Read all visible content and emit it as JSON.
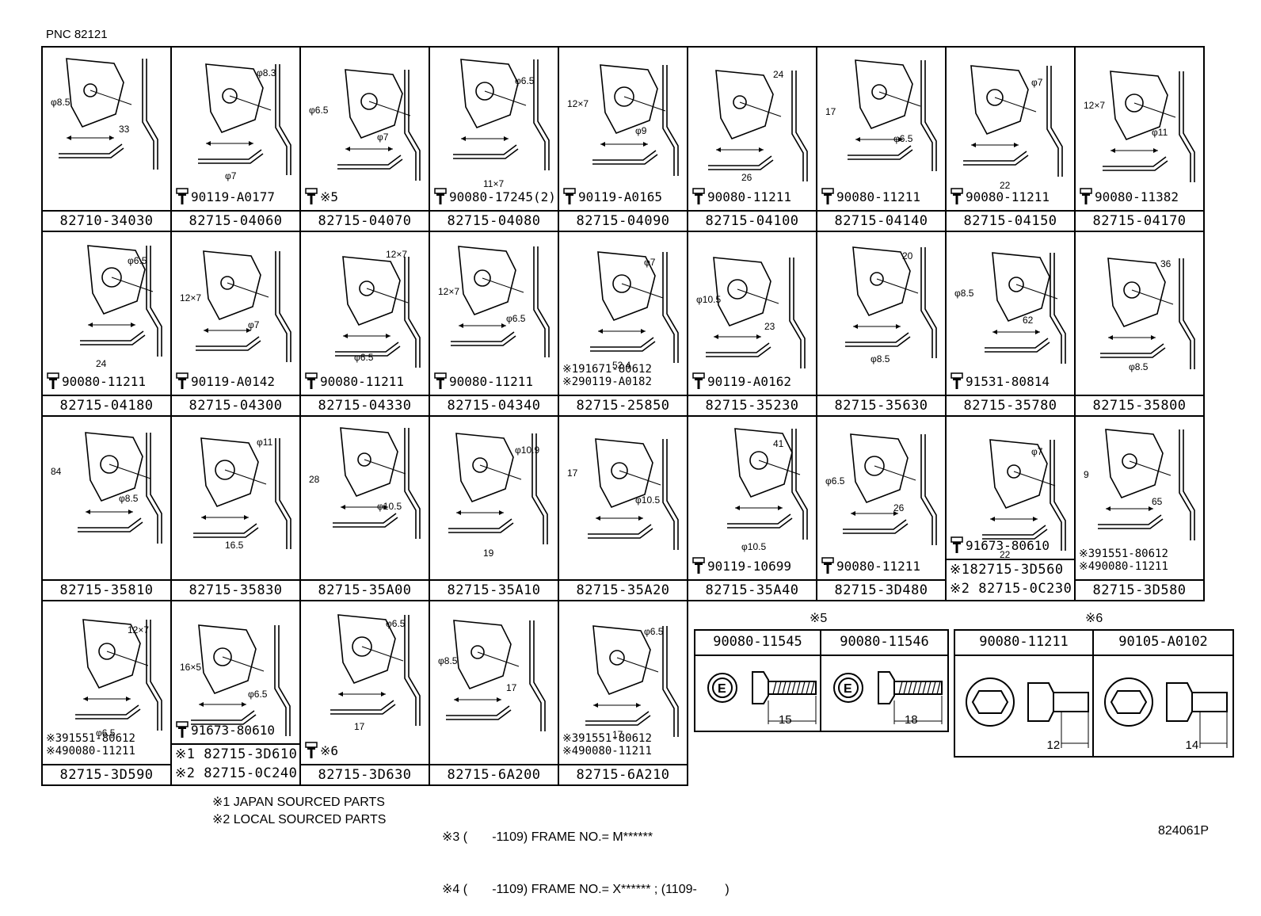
{
  "header": {
    "pnc": "PNC 82121"
  },
  "rows": [
    [
      {
        "part": "82710-34030",
        "fastener": "",
        "dims": [
          "φ8.5",
          "33"
        ]
      },
      {
        "part": "82715-04060",
        "fastener": "90119-A0177",
        "dims": [
          "φ7",
          "φ8.3"
        ]
      },
      {
        "part": "82715-04070",
        "fastener": "※5",
        "dims": [
          "φ6.5",
          "φ7"
        ]
      },
      {
        "part": "82715-04080",
        "fastener": "90080-17245(2)",
        "dims": [
          "11×7",
          "φ6.5"
        ]
      },
      {
        "part": "82715-04090",
        "fastener": "90119-A0165",
        "dims": [
          "12×7",
          "φ9"
        ]
      },
      {
        "part": "82715-04100",
        "fastener": "90080-11211",
        "dims": [
          "26",
          "24"
        ]
      },
      {
        "part": "82715-04140",
        "fastener": "90080-11211",
        "dims": [
          "17",
          "φ6.5"
        ]
      },
      {
        "part": "82715-04150",
        "fastener": "90080-11211",
        "dims": [
          "22",
          "φ7"
        ]
      },
      {
        "part": "82715-04170",
        "fastener": "90080-11382",
        "dims": [
          "12×7",
          "φ11"
        ]
      }
    ],
    [
      {
        "part": "82715-04180",
        "fastener": "90080-11211",
        "dims": [
          "24",
          "φ6.5"
        ]
      },
      {
        "part": "82715-04300",
        "fastener": "90119-A0142",
        "dims": [
          "12×7",
          "φ7"
        ]
      },
      {
        "part": "82715-04330",
        "fastener": "90080-11211",
        "dims": [
          "φ6.5",
          "12×7"
        ]
      },
      {
        "part": "82715-04340",
        "fastener": "90080-11211",
        "dims": [
          "12×7",
          "φ6.5"
        ]
      },
      {
        "part": "82715-25850",
        "fastener": "",
        "fastener2": [
          "※191671-80612",
          "※290119-A0182"
        ],
        "dims": [
          "52.4",
          "φ7"
        ]
      },
      {
        "part": "82715-35230",
        "fastener": "90119-A0162",
        "dims": [
          "φ10.5",
          "23"
        ]
      },
      {
        "part": "82715-35630",
        "fastener": "",
        "dims": [
          "φ8.5",
          "20"
        ]
      },
      {
        "part": "82715-35780",
        "fastener": "91531-80814",
        "dims": [
          "φ8.5",
          "62"
        ]
      },
      {
        "part": "82715-35800",
        "fastener": "",
        "dims": [
          "φ8.5",
          "36"
        ]
      }
    ],
    [
      {
        "part": "82715-35810",
        "fastener": "",
        "dims": [
          "84",
          "φ8.5"
        ]
      },
      {
        "part": "82715-35830",
        "fastener": "",
        "dims": [
          "16.5",
          "φ11"
        ]
      },
      {
        "part": "82715-35A00",
        "fastener": "",
        "dims": [
          "28",
          "φ10.5"
        ]
      },
      {
        "part": "82715-35A10",
        "fastener": "",
        "dims": [
          "19",
          "φ10.9"
        ]
      },
      {
        "part": "82715-35A20",
        "fastener": "",
        "dims": [
          "17",
          "φ10.5"
        ]
      },
      {
        "part": "82715-35A40",
        "fastener": "90119-10699",
        "dims": [
          "φ10.5",
          "41"
        ]
      },
      {
        "part": "82715-3D480",
        "fastener": "90080-11211",
        "dims": [
          "φ6.5",
          "26"
        ]
      },
      {
        "part": "",
        "fastener": "91673-80610",
        "dims": [
          "22",
          "φ7"
        ],
        "split": [
          "※182715-3D560",
          "※2 82715-0C230"
        ]
      },
      {
        "part": "82715-3D580",
        "fastener": "",
        "fastener2": [
          "※391551-80612",
          "※490080-11211"
        ],
        "dims": [
          "9",
          "65"
        ]
      }
    ],
    [
      {
        "part": "82715-3D590",
        "fastener": "",
        "fastener2": [
          "※391551-80612",
          "※490080-11211"
        ],
        "dims": [
          "φ6.5",
          "12×7"
        ]
      },
      {
        "part": "",
        "fastener": "91673-80610",
        "dims": [
          "16×5",
          "φ6.5"
        ],
        "split": [
          "※1 82715-3D610",
          "※2 82715-0C240"
        ]
      },
      {
        "part": "82715-3D630",
        "fastener": "※6",
        "dims": [
          "17",
          "φ6.5"
        ]
      },
      {
        "part": "82715-6A200",
        "fastener": "",
        "dims": [
          "φ8.5",
          "17"
        ]
      },
      {
        "part": "82715-6A210",
        "fastener": "",
        "fastener2": [
          "※391551-80612",
          "※490080-11211"
        ],
        "dims": [
          "17",
          "φ6.5"
        ]
      }
    ]
  ],
  "legend5": {
    "title": "※5",
    "items": [
      {
        "part": "90080-11545",
        "len": "15"
      },
      {
        "part": "90080-11546",
        "len": "18"
      }
    ]
  },
  "legend6": {
    "title": "※6",
    "items": [
      {
        "part": "90080-11211",
        "len": "12"
      },
      {
        "part": "90105-A0102",
        "len": "14"
      }
    ]
  },
  "notes": {
    "n1": "※1 JAPAN SOURCED PARTS",
    "n2": "※2 LOCAL SOURCED PARTS",
    "n3": "※3 (       -1109) FRAME NO.= M******",
    "n4": "※4 (       -1109) FRAME NO.= X****** ; (1109-        )"
  },
  "footer_code": "824061P"
}
